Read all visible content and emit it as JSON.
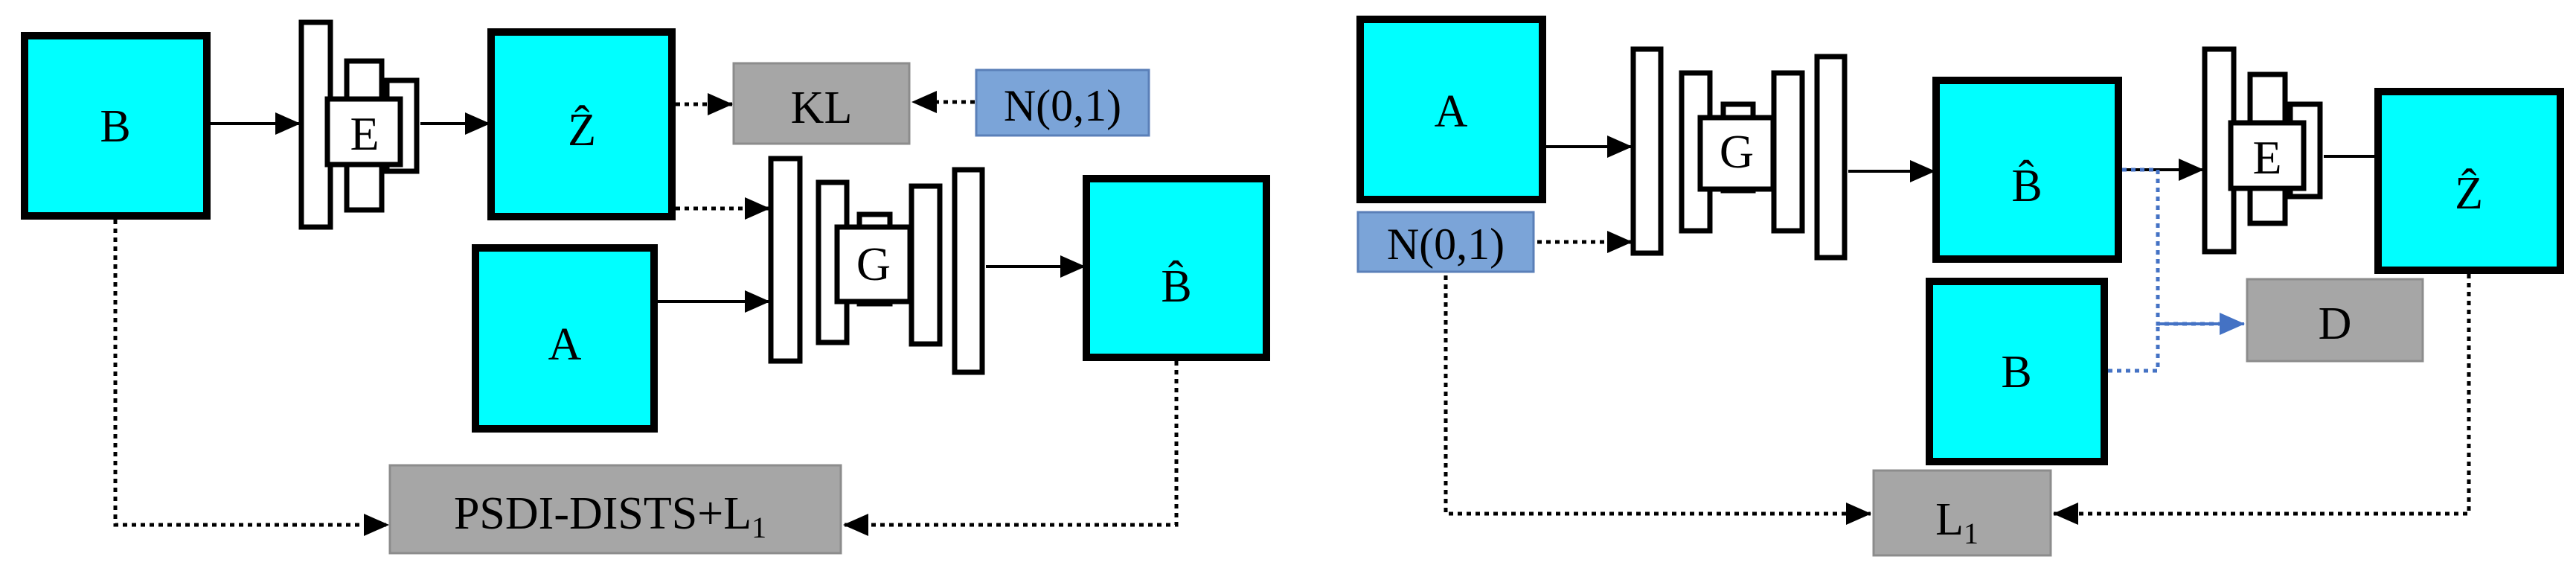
{
  "left_panel": {
    "box_b": "B",
    "encoder": "E",
    "latent": "Ẑ",
    "kl": "KL",
    "prior": "N(0,1)",
    "box_a": "A",
    "generator": "G",
    "output": "B̂",
    "loss_main": "PSDI-DISTS+L",
    "loss_sub": "1"
  },
  "right_panel": {
    "box_a": "A",
    "prior": "N(0,1)",
    "generator": "G",
    "output": "B̂",
    "encoder": "E",
    "latent": "Ẑ",
    "box_b": "B",
    "discriminator": "D",
    "loss_main": "L",
    "loss_sub": "1"
  },
  "colors": {
    "cyan": "#00FFFF",
    "gray": "#A6A6A6",
    "blue_label": "#7BA4D8",
    "blue_line": "#4472C4",
    "black": "#000000"
  }
}
